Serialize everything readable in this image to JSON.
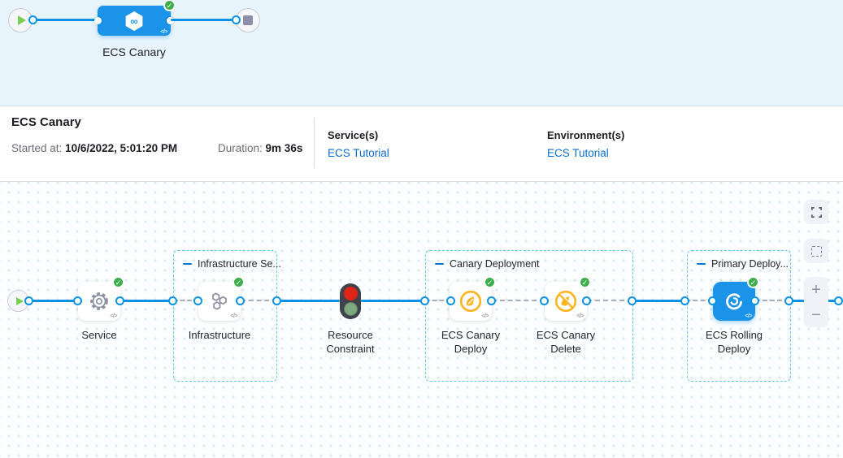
{
  "colors": {
    "accent_blue": "#0b92e4",
    "stage_blue": "#1b93e8",
    "link_blue": "#0b6fce",
    "success_green": "#3eae4c",
    "canary_yellow": "#fcb31d",
    "band_bg": "#e7f4fc"
  },
  "icons": {
    "code": "</>"
  },
  "minimap": {
    "stage_label": "ECS Canary"
  },
  "details": {
    "title": "ECS Canary",
    "started_label": "Started at:",
    "started_value": "10/6/2022, 5:01:20 PM",
    "duration_label": "Duration:",
    "duration_value": "9m 36s",
    "services_label": "Service(s)",
    "services_link": "ECS Tutorial",
    "environments_label": "Environment(s)",
    "environments_link": "ECS Tutorial"
  },
  "controls": {
    "zoom_in": "+",
    "zoom_out": "−"
  },
  "graph": {
    "groups": [
      {
        "label": "Infrastructure Se..."
      },
      {
        "label": "Canary Deployment"
      },
      {
        "label": "Primary Deploy..."
      }
    ],
    "nodes": {
      "service": {
        "label": "Service",
        "status": "success"
      },
      "infrastructure": {
        "label": "Infrastructure",
        "status": "success"
      },
      "resource_constraint": {
        "label": "Resource Constraint"
      },
      "canary_deploy": {
        "label": "ECS Canary Deploy",
        "status": "success"
      },
      "canary_delete": {
        "label": "ECS Canary Delete",
        "status": "success"
      },
      "rolling_deploy": {
        "label": "ECS Rolling Deploy",
        "status": "success"
      }
    }
  }
}
